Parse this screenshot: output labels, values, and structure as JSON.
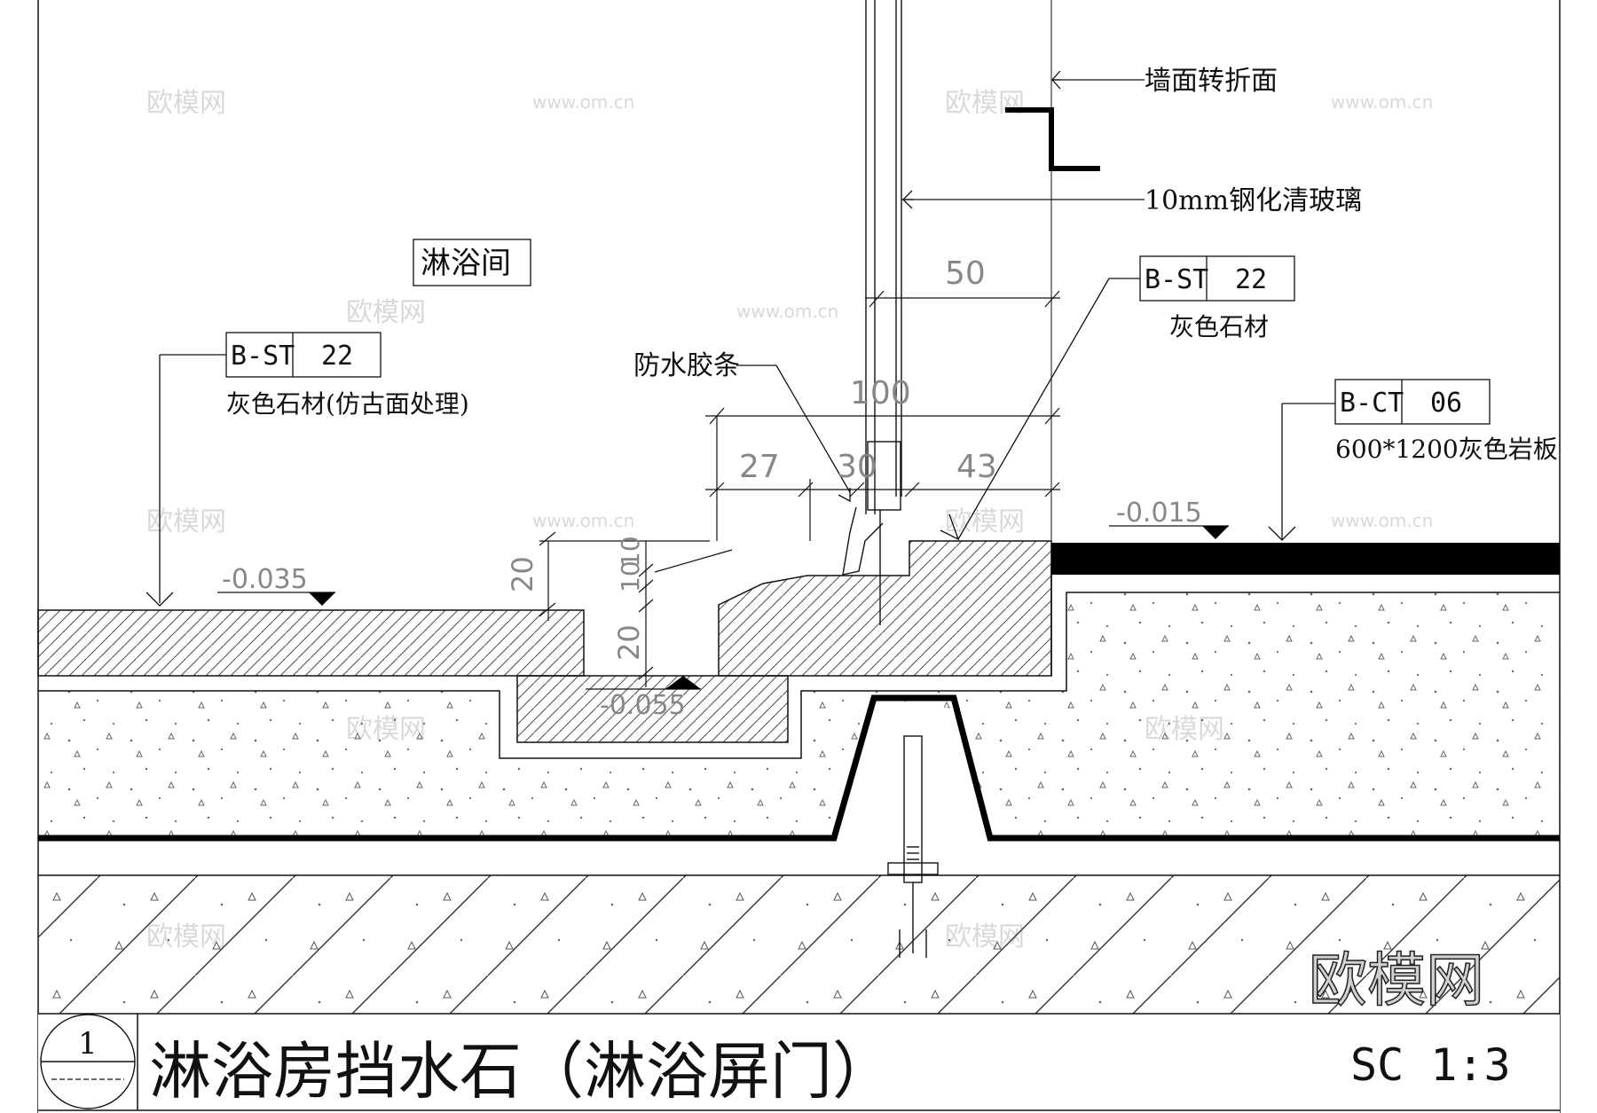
{
  "labels": {
    "wall_fold": "墙面转折面",
    "glass": "10mm钢化清玻璃",
    "room": "淋浴间",
    "waterproof_strip": "防水胶条",
    "stone_fine": "灰色石材",
    "stone_antique": "灰色石材(仿古面处理)",
    "slate": "600*1200灰色岩板"
  },
  "tags": {
    "left": {
      "code": "B-ST",
      "num": "22"
    },
    "right": {
      "code": "B-ST",
      "num": "22"
    },
    "slate": {
      "code": "B-CT",
      "num": "06"
    }
  },
  "elevations": {
    "left": "-0.035",
    "right": "-0.015",
    "trench": "-0.055"
  },
  "dimensions": {
    "d50": "50",
    "d100": "100",
    "d27": "27",
    "d30": "30",
    "d43": "43",
    "d20": "20",
    "d10a": "10",
    "d10b": "10",
    "d20b": "20"
  },
  "title_block": {
    "number": "1",
    "title": "淋浴房挡水石（淋浴屏门）",
    "scale": "SC 1:3"
  },
  "watermark": {
    "big": "欧模网",
    "small": "欧模网",
    "url": "www.om.cn"
  },
  "colors": {
    "line": "#111111",
    "dim": "#888888",
    "hatch": "#555555"
  }
}
